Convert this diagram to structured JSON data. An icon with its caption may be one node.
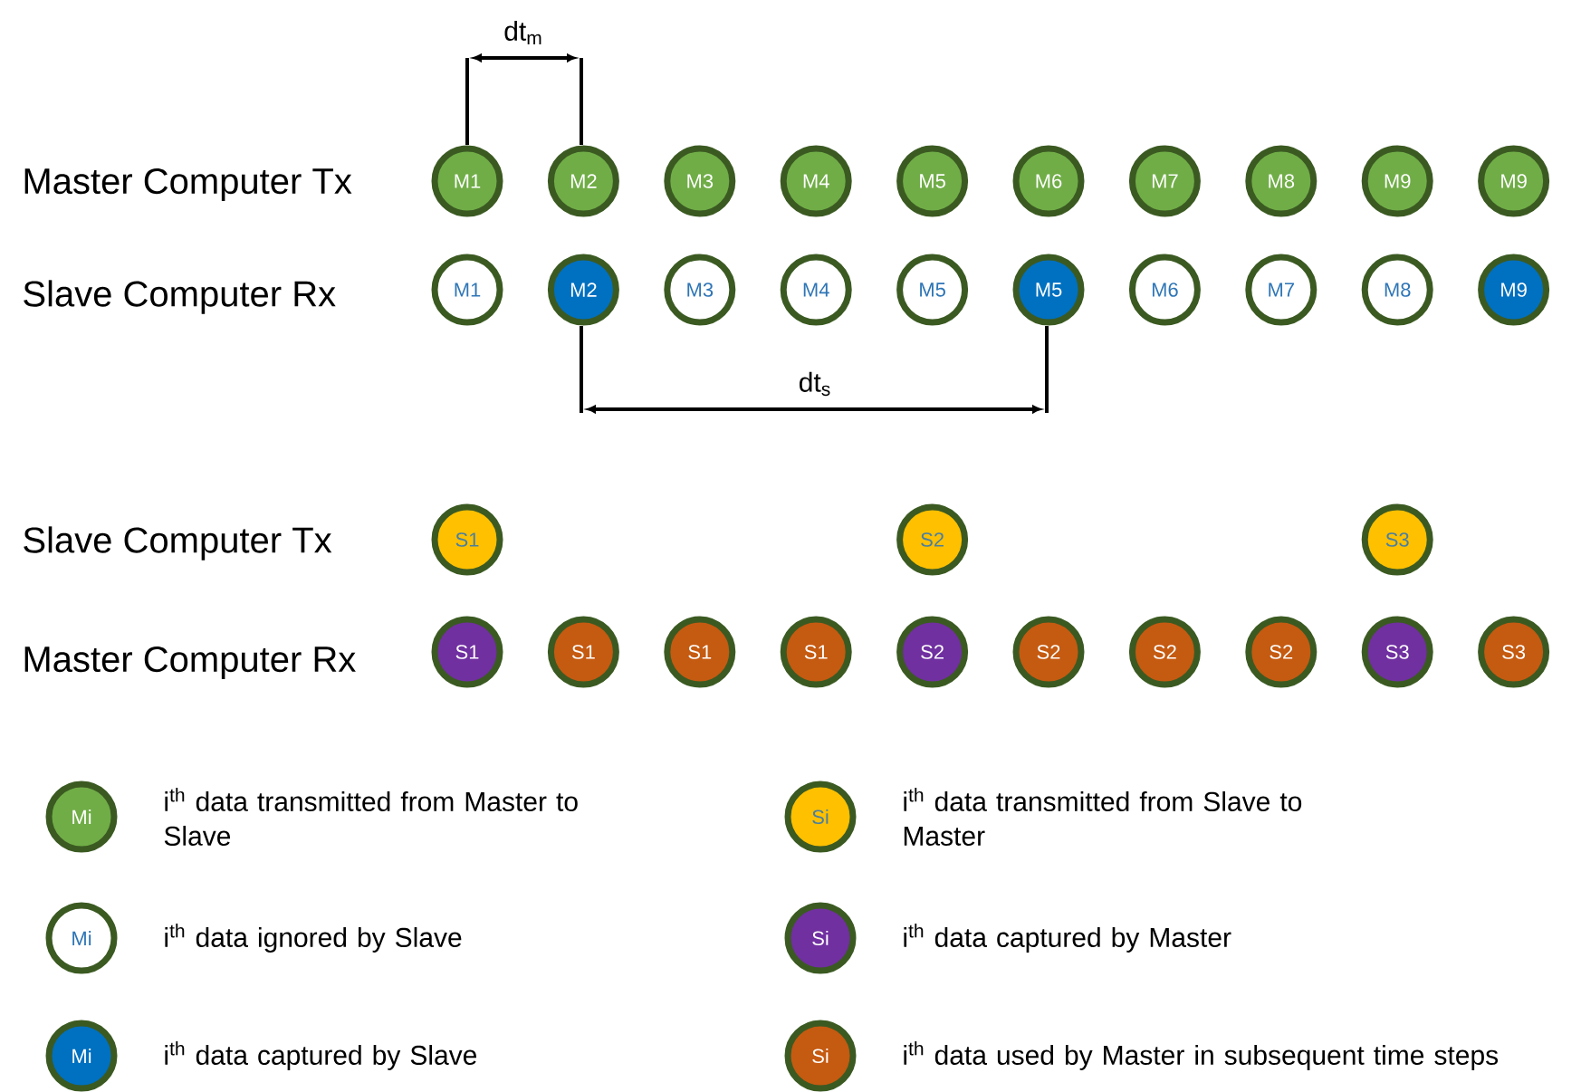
{
  "diagram": {
    "nodes": [
      {
        "text": [
          "M1"
        ]
      },
      {
        "text": [
          "M2"
        ]
      },
      {
        "text": [
          "M3"
        ]
      },
      {
        "text": [
          "M4"
        ]
      },
      {
        "text": [
          "M5"
        ]
      },
      {
        "text": [
          "M6"
        ]
      },
      {
        "text": [
          "M7"
        ]
      },
      {
        "text": [
          "M8"
        ]
      },
      {
        "text": [
          "M9"
        ]
      },
      {
        "text": [
          "M9"
        ]
      },
      {
        "text": [
          "M1"
        ]
      },
      {
        "text": [
          "M2"
        ]
      },
      {
        "text": [
          "M3"
        ]
      },
      {
        "text": [
          "M4"
        ]
      },
      {
        "text": [
          "M5"
        ]
      },
      {
        "text": [
          "M5"
        ]
      },
      {
        "text": [
          "M6"
        ]
      },
      {
        "text": [
          "M7"
        ]
      },
      {
        "text": [
          "M8"
        ]
      },
      {
        "text": [
          "M9"
        ]
      },
      {
        "text": [
          "S1"
        ]
      },
      {
        "text": [
          "S2"
        ]
      },
      {
        "text": [
          "S3"
        ]
      },
      {
        "text": [
          "S1"
        ]
      },
      {
        "text": [
          "S1"
        ]
      },
      {
        "text": [
          "S1"
        ]
      },
      {
        "text": [
          "S1"
        ]
      },
      {
        "text": [
          "S2"
        ]
      },
      {
        "text": [
          "S2"
        ]
      },
      {
        "text": [
          "S2"
        ]
      },
      {
        "text": [
          "S2"
        ]
      },
      {
        "text": [
          "S3"
        ]
      },
      {
        "text": [
          "S3"
        ]
      },
      {
        "text": [
          "Mi"
        ],
        "beside": [
          "i$^{th}$ data transmitted from Master to Slave"
        ]
      },
      {
        "text": [
          "Si"
        ],
        "beside": [
          "i$^{th}$ data transmitted from Slave to Master"
        ]
      },
      {
        "text": [
          "Mi"
        ],
        "beside": [
          "i$^{th}$ data ignored by Slave"
        ]
      },
      {
        "text": [
          "Si"
        ],
        "beside": [
          "i$^{th}$ data captured by Master"
        ]
      },
      {
        "text": [
          "Mi"
        ],
        "beside": [
          "i$^{th}$ data captured by Slave"
        ]
      },
      {
        "text": [
          "Si"
        ],
        "beside": [
          "i$^{th}$ data used by Master in subsequent time steps"
        ]
      }
    ],
    "labels": [
      "dt$_{m}$",
      "Master Computer Tx",
      "Slave Computer Rx",
      "dt$_{s}$",
      "Slave Computer Tx",
      "Master Computer Rx"
    ]
  }
}
